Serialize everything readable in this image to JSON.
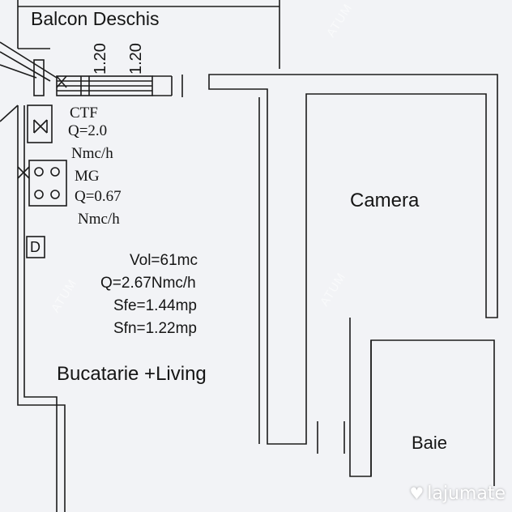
{
  "rooms": {
    "balcony": "Balcon Deschis",
    "bedroom": "Camera",
    "kitchen_living": "Bucatarie +Living",
    "bathroom": "Baie"
  },
  "dimensions": {
    "window_left": "1.20",
    "window_right": "1.20"
  },
  "equipment": {
    "ctf_label": "CTF",
    "ctf_flow": "Q=2.0",
    "ctf_unit": "Nmc/h",
    "mg_label": "MG",
    "mg_flow": "Q=0.67",
    "mg_unit": "Nmc/h",
    "d_label": "D"
  },
  "specs": {
    "volume": "Vol=61mc",
    "flow_total": "Q=2.67Nmc/h",
    "sfe": "Sfe=1.44mp",
    "sfn": "Sfn=1.22mp"
  },
  "watermark": {
    "text": "ATUM",
    "brand": "lajumate"
  },
  "colors": {
    "line": "#1c1c1c",
    "paper": "#f2f3f6"
  }
}
